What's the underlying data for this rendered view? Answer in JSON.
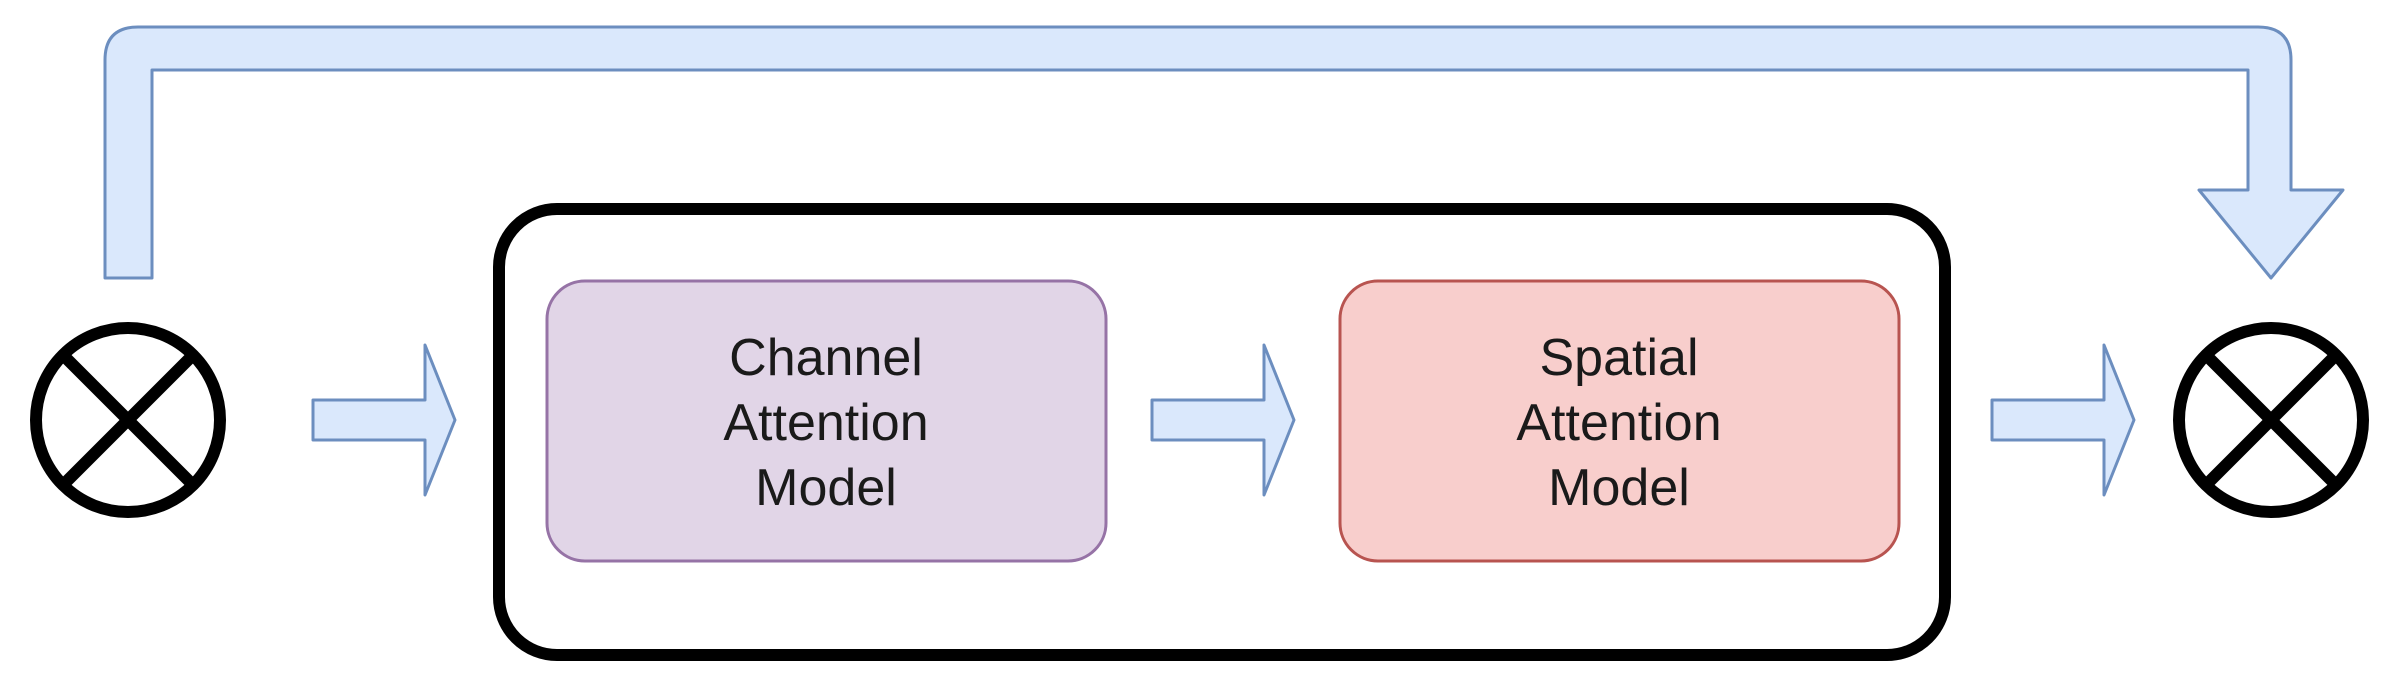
{
  "diagram": {
    "channel_block": {
      "lines": [
        "Channel",
        "Attention",
        "Model"
      ]
    },
    "spatial_block": {
      "lines": [
        "Spatial",
        "Attention",
        "Model"
      ]
    },
    "input_operator": {
      "icon": "circle-x-icon",
      "symbol": "⊗"
    },
    "output_operator": {
      "icon": "circle-x-icon",
      "symbol": "⊗"
    },
    "colors": {
      "arrow_fill": "#dae8fc",
      "arrow_stroke": "#6c8ebf",
      "channel_fill": "#e1d5e7",
      "channel_stroke": "#9673a6",
      "spatial_fill": "#f8cecc",
      "spatial_stroke": "#b85450",
      "container_stroke": "#000000"
    }
  }
}
